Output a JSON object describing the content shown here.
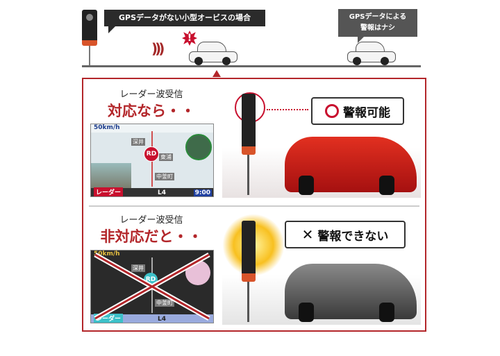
{
  "top": {
    "no_gps_bubble": "GPSデータがない小型オービスの場合",
    "gps_bubble_line1": "GPSデータによる",
    "gps_bubble_line2": "警報はナシ"
  },
  "supported": {
    "subtitle": "レーダー波受信",
    "heading": "対応なら・・",
    "screen": {
      "speed": "50km/h",
      "label_rd": "RD",
      "radar_label": "レーダー",
      "level": "L4",
      "time": "9:00",
      "place1": "深井",
      "place2": "東浦",
      "place3": "中釜町"
    },
    "callout_icon": "circle-icon",
    "callout": "警報可能"
  },
  "unsupported": {
    "subtitle": "レーダー波受信",
    "heading": "非対応だと・・",
    "screen": {
      "speed": "50km/h",
      "label_rd": "RD",
      "radar_label": "レーダー",
      "level": "L4",
      "place1": "深井",
      "place3": "中釜町"
    },
    "callout_icon": "cross-icon",
    "callout": "警報できない"
  },
  "colors": {
    "accent": "#b3262a",
    "bubble_dark": "#2b2b2b",
    "bubble_gray": "#555555"
  }
}
